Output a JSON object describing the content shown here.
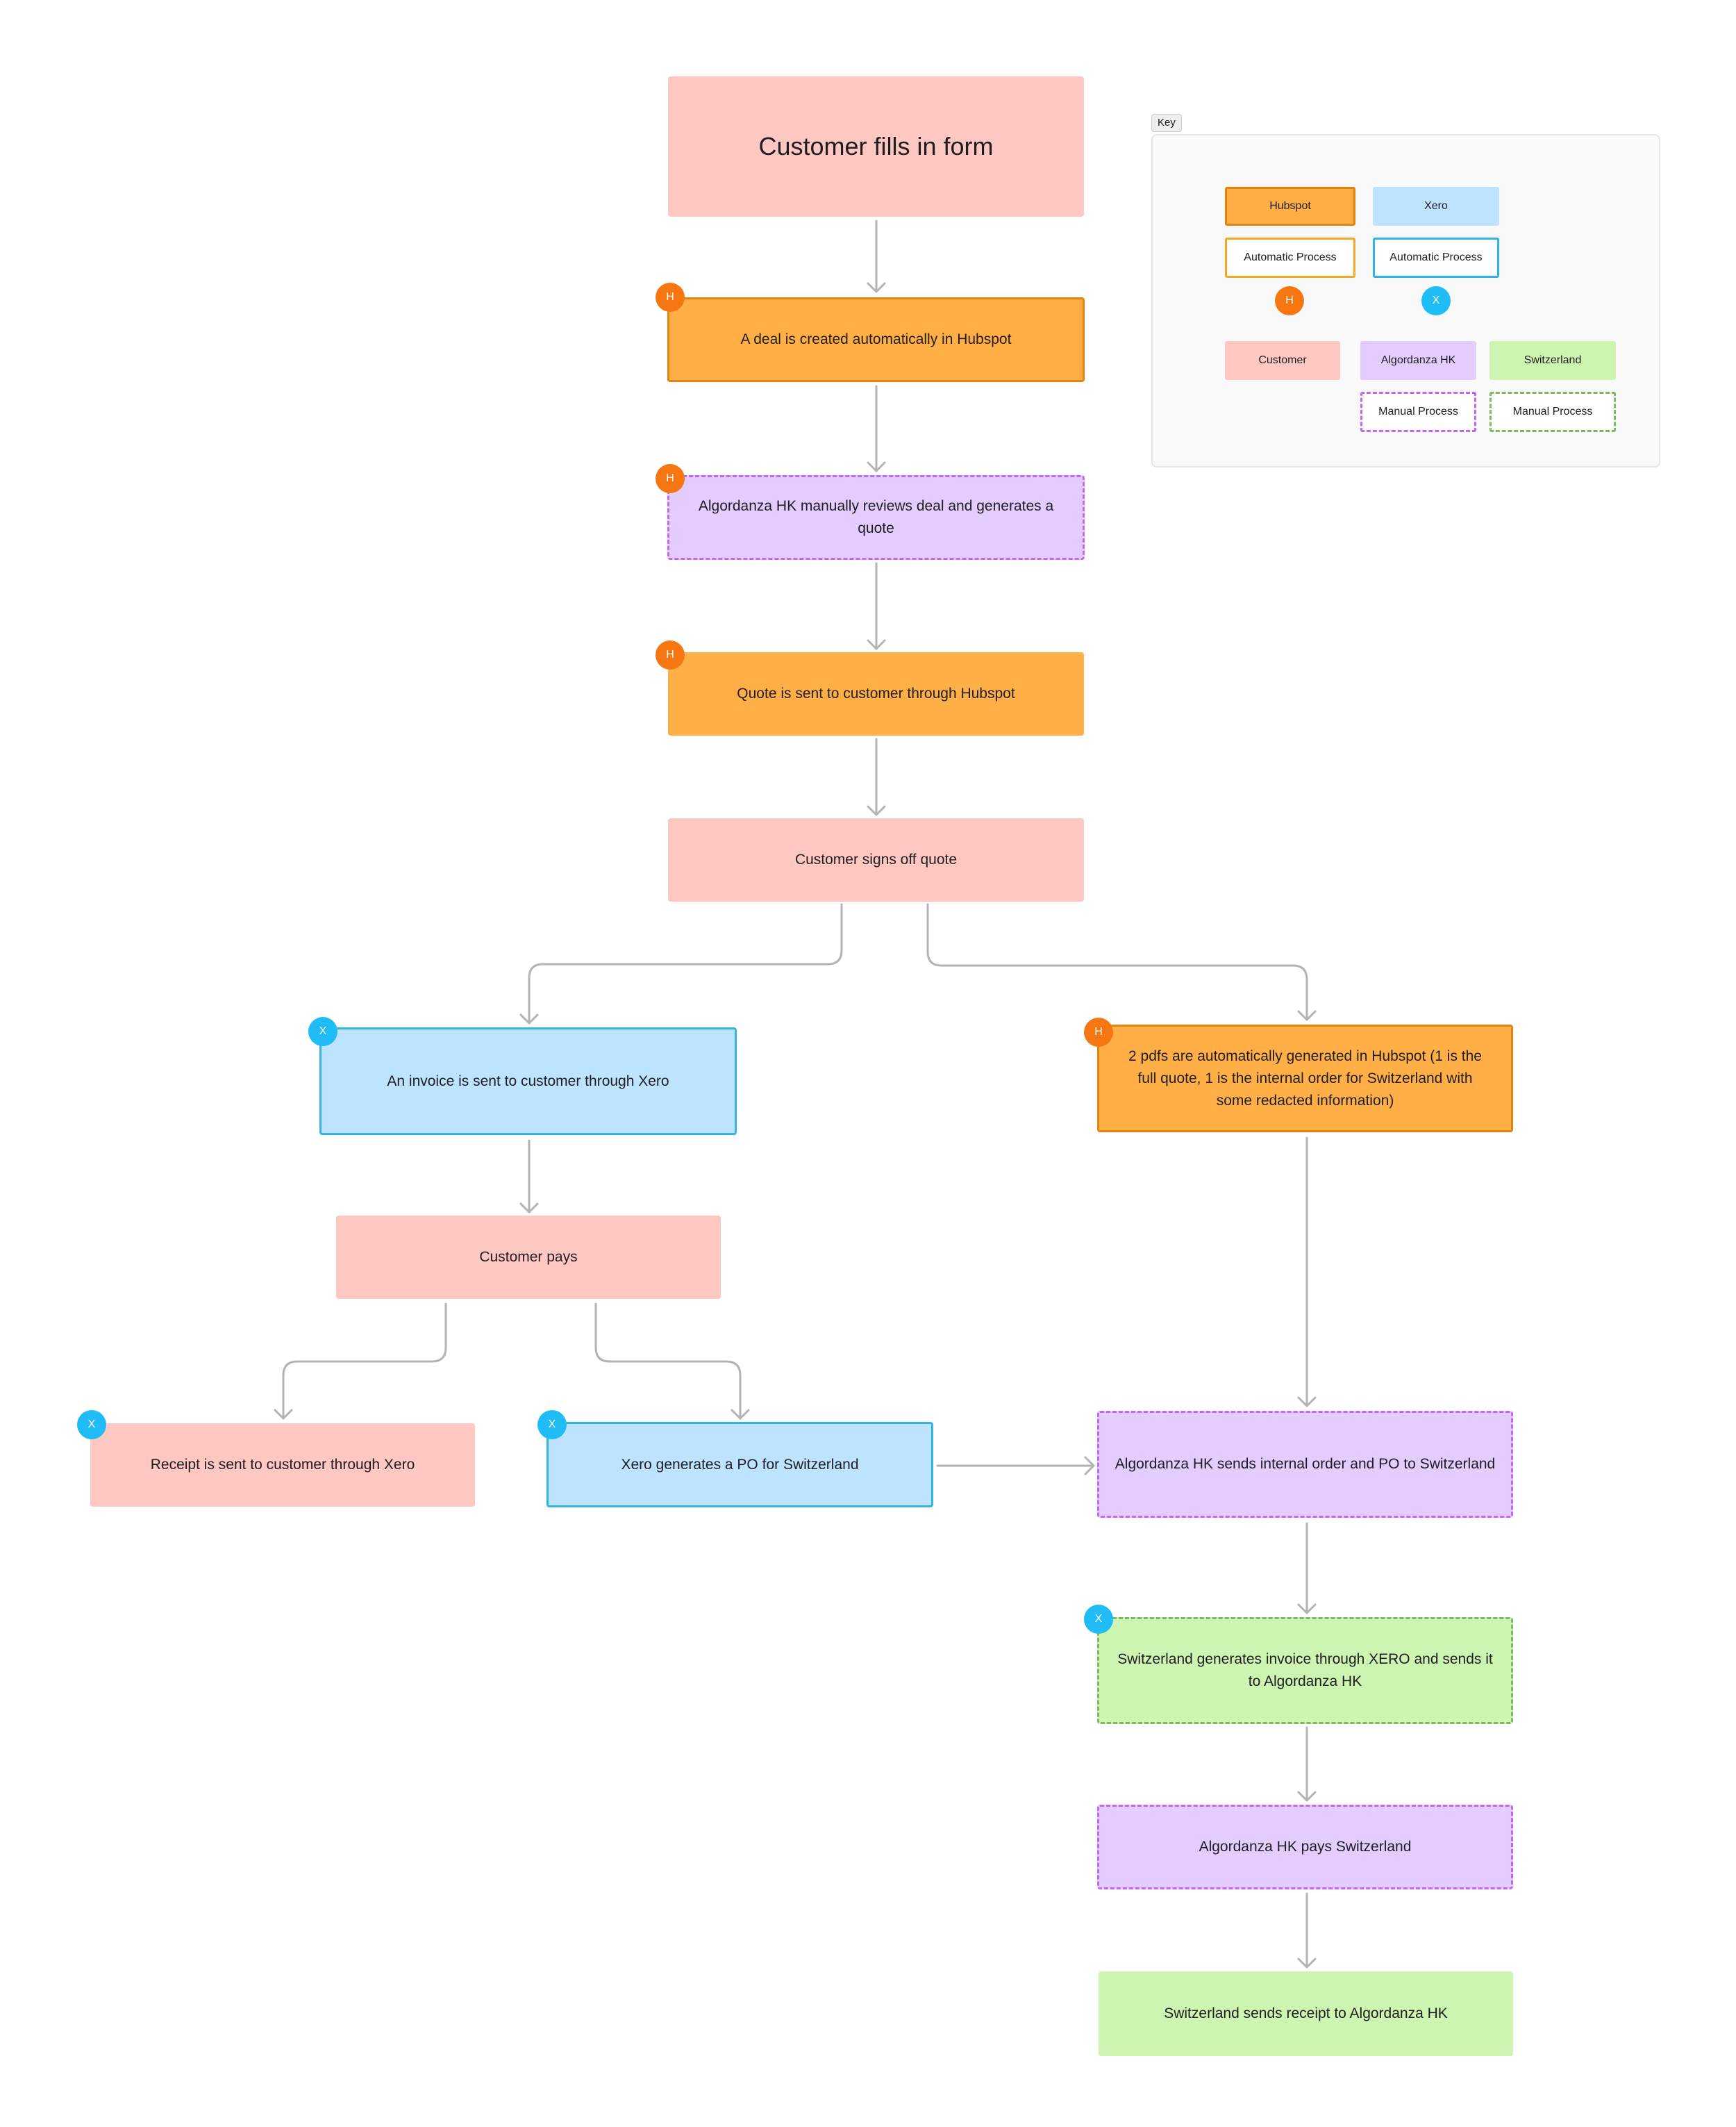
{
  "nodes": {
    "form": "Customer fills in form",
    "deal": "A deal is created automatically in Hubspot",
    "review": "Algordanza HK manually reviews deal and generates a quote",
    "quote_sent": "Quote is sent to customer through Hubspot",
    "signs_off": "Customer signs off quote",
    "invoice": "An invoice is sent to customer through Xero",
    "pdfs": "2 pdfs are automatically generated in Hubspot (1 is the full quote, 1 is the internal order for Switzerland with some redacted information)",
    "pays": "Customer pays",
    "receipt": "Receipt is sent to customer through Xero",
    "po": "Xero generates a PO for Switzerland",
    "send_order": "Algordanza HK sends internal order and PO to Switzerland",
    "swiss_invoice": "Switzerland generates invoice through XERO and sends it to Algordanza HK",
    "hk_pays": "Algordanza HK pays Switzerland",
    "swiss_receipt": "Switzerland sends receipt to Algordanza HK"
  },
  "badges": {
    "hubspot": "H",
    "xero": "X"
  },
  "key": {
    "tag": "Key",
    "hubspot": "Hubspot",
    "xero": "Xero",
    "auto_hubspot": "Automatic Process",
    "auto_xero": "Automatic Process",
    "customer": "Customer",
    "algordanza": "Algordanza HK",
    "switzerland": "Switzerland",
    "manual_algordanza": "Manual Process",
    "manual_switzerland": "Manual Process"
  },
  "colors": {
    "customer": "#ffc7c2",
    "hubspot": "#ffaf45",
    "xero": "#bde3ff",
    "algordanza": "#e4ccff",
    "switzerland": "#cdf4b1",
    "hubspot_badge": "#f67712",
    "xero_badge": "#1fbcf5",
    "connector": "#b3b3b3"
  },
  "icons": {
    "connector_end": "arrowhead"
  }
}
